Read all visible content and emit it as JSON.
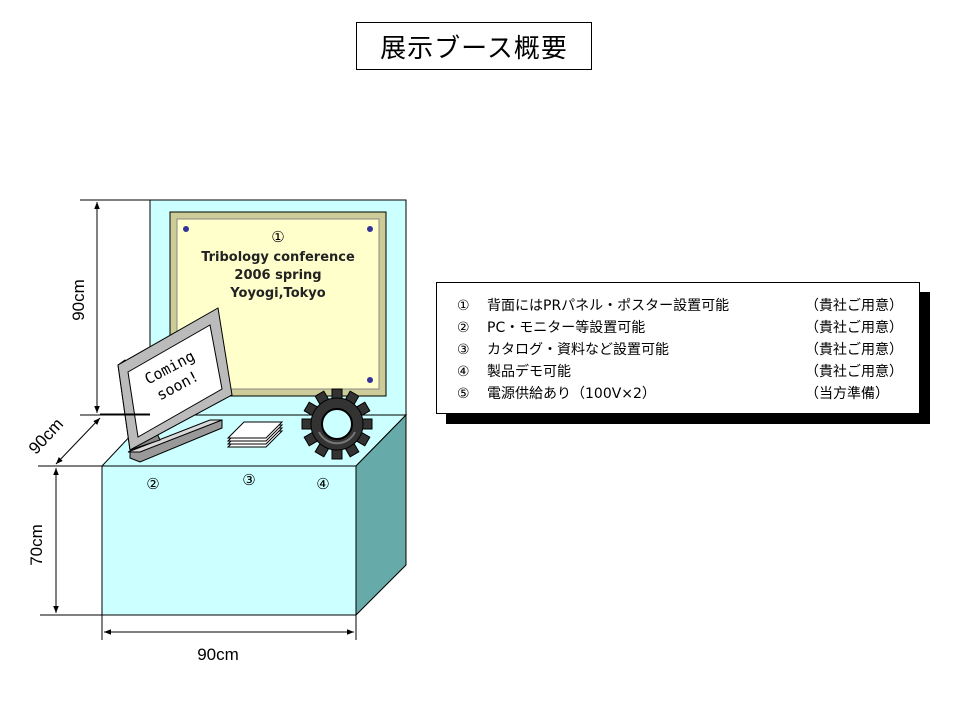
{
  "title": "展示ブース概要",
  "dimensions": {
    "height_back": "90cm",
    "depth": "90cm",
    "height_table": "70cm",
    "width": "90cm"
  },
  "poster": {
    "marker": "①",
    "line1": "Tribology conference",
    "line2": "2006 spring",
    "line3": "Yoyogi,Tokyo"
  },
  "monitor": {
    "line1": "Coming",
    "line2": "soon!"
  },
  "markers": {
    "m2": "②",
    "m3": "③",
    "m4": "④"
  },
  "legend": {
    "items": [
      {
        "num": "①",
        "text": "背面にはPRパネル・ポスター設置可能",
        "who": "（貴社ご用意）"
      },
      {
        "num": "②",
        "text": "PC・モニター等設置可能",
        "who": "（貴社ご用意）"
      },
      {
        "num": "③",
        "text": "カタログ・資料など設置可能",
        "who": "（貴社ご用意）"
      },
      {
        "num": "④",
        "text": "製品デモ可能",
        "who": "（貴社ご用意）"
      },
      {
        "num": "⑤",
        "text": "電源供給あり（100V×2）",
        "who": "（当方準備）"
      }
    ]
  },
  "colors": {
    "booth_front": "#ccffff",
    "booth_side": "#66aaaa",
    "poster_bg": "#ffffcc",
    "poster_frame": "#cccc99"
  }
}
